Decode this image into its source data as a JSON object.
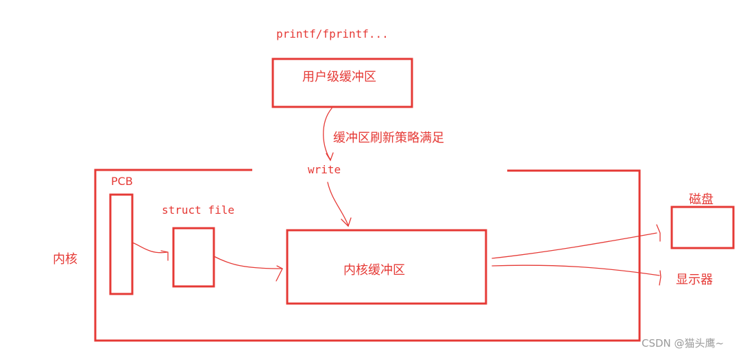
{
  "labels": {
    "top_call": "printf/fprintf...",
    "user_buffer": "用户级缓冲区",
    "flush_condition": "缓冲区刷新策略满足",
    "write": "write",
    "pcb": "PCB",
    "struct_file": "struct file",
    "kernel": "内核",
    "kernel_buffer": "内核缓冲区",
    "disk": "磁盘",
    "display": "显示器"
  },
  "watermark": "CSDN @猫头鹰~",
  "colors": {
    "stroke": "#e53935",
    "text": "#e53935",
    "watermark": "#9a9a9a",
    "background": "#ffffff"
  }
}
